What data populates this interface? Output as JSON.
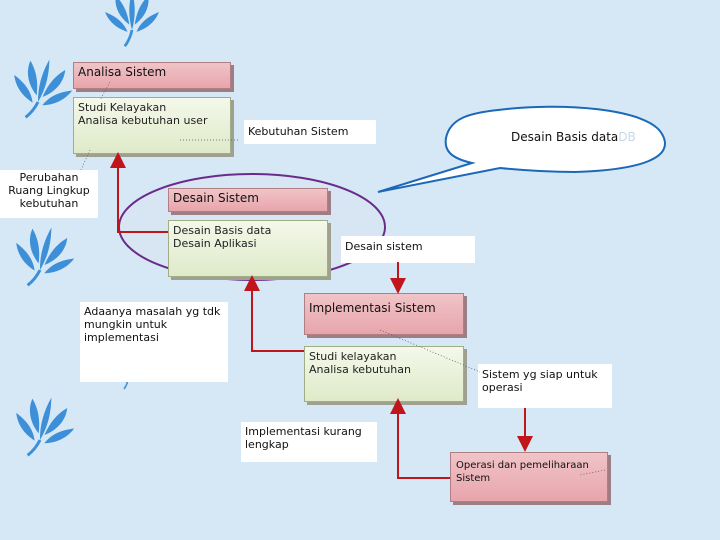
{
  "colors": {
    "background": "#d6e8f5",
    "leaf": "#3d8fd8",
    "pink_header": "#e7a5ab",
    "green_body": "#dfeac9",
    "arrow_red": "#c0151b",
    "ellipse": "#6a2b8a"
  },
  "analisa": {
    "title": "Analisa Sistem",
    "lines": [
      "Studi Kelayakan",
      "Analisa kebutuhan user"
    ]
  },
  "perubahan": {
    "lines": [
      "Perubahan",
      "Ruang Lingkup",
      "kebutuhan"
    ]
  },
  "kebutuhan_sistem": "Kebutuhan Sistem",
  "callout": {
    "text": "Desain  Basis data",
    "suffix": "DB"
  },
  "desain": {
    "title": "Desain Sistem",
    "lines": [
      "Desain Basis data",
      "Desain Aplikasi"
    ]
  },
  "desain_sistem_label": "Desain sistem",
  "masalah": {
    "lines": [
      "Adaanya masalah yg tdk",
      "mungkin untuk",
      "implementasi"
    ]
  },
  "implementasi": {
    "title": "Implementasi Sistem",
    "lines": [
      "Studi kelayakan",
      "Analisa kebutuhan"
    ]
  },
  "siap": {
    "lines": [
      "Sistem yg siap untuk",
      "operasi"
    ]
  },
  "kurang": {
    "lines": [
      "Implementasi kurang",
      "lengkap"
    ]
  },
  "operasi": {
    "lines": [
      "Operasi dan pemeliharaan",
      "Sistem"
    ]
  }
}
